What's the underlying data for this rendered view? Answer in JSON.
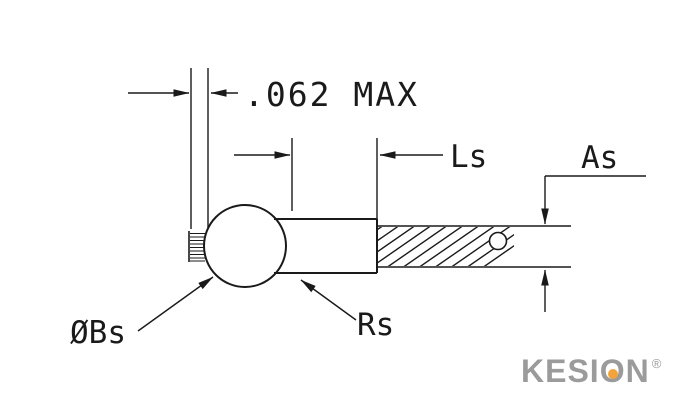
{
  "labels": {
    "dim_thickness": ".062 MAX",
    "dim_length": "Ls",
    "dim_cable_diameter": "As",
    "dim_ball_diameter": "ØBs",
    "dim_shank_radius": "Rs"
  },
  "logo": {
    "part1": "KESI",
    "letter_o": "O",
    "part2": "N",
    "registered": "®",
    "full_text": "KESION",
    "gray_color": "#9b9b9b",
    "accent_color": "#f2a33c"
  },
  "colors": {
    "line": "#1a1a1a",
    "background": "#ffffff"
  }
}
